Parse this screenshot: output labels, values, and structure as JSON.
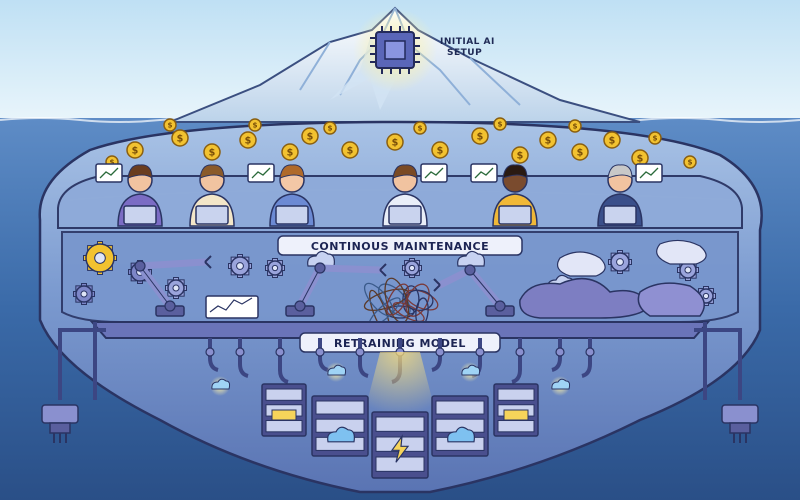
{
  "labels": {
    "top_line1": "INITIAL AI",
    "top_line2": "SETUP",
    "middle": "CONTINOUS MAINTENANCE",
    "bottom": "RETRAINING MODEL"
  },
  "colors": {
    "sky": "#d7ecf8",
    "water": "#2f5d96",
    "iceberg": "#6f8fc4",
    "outline": "#2a3463",
    "coin": "#f2c230",
    "banner": "#eef1fb",
    "accent_glow": "#f6d45a",
    "machine": "#5a5f9e"
  },
  "icons": {
    "chip": "chip-icon",
    "coin": "dollar-coin-icon",
    "gear": "gear-icon",
    "robot_arm": "robot-arm-icon",
    "server": "server-icon",
    "cloud": "cloud-icon",
    "lightning": "lightning-icon",
    "cable_tangle": "tangled-cables-icon",
    "connector": "power-connector-icon"
  }
}
